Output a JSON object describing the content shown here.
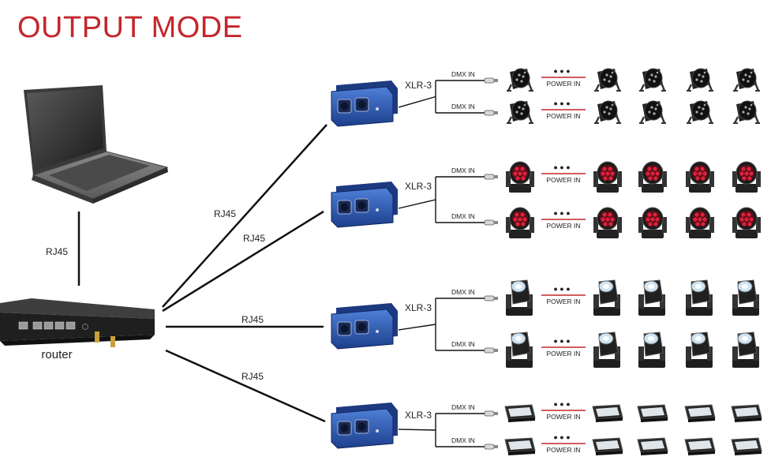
{
  "title": "OUTPUT MODE",
  "laptop_label": "",
  "router": {
    "label": "router"
  },
  "links": {
    "laptop_router": "RJ45",
    "router_node_1": "RJ45",
    "router_node_2": "RJ45",
    "router_node_3": "RJ45",
    "router_node_4": "RJ45"
  },
  "node_output_label": "XLR-3",
  "branch_label": "DMX IN",
  "chain_label": "POWER IN",
  "ellipsis": "● ● ●",
  "groups": [
    {
      "fixture": "par-light-icon"
    },
    {
      "fixture": "moving-head-wash-icon"
    },
    {
      "fixture": "moving-head-beam-icon"
    },
    {
      "fixture": "strobe-light-icon"
    }
  ],
  "colors": {
    "title": "#c4262b",
    "node": "#2f5bb5",
    "power_line": "#c4262b"
  }
}
